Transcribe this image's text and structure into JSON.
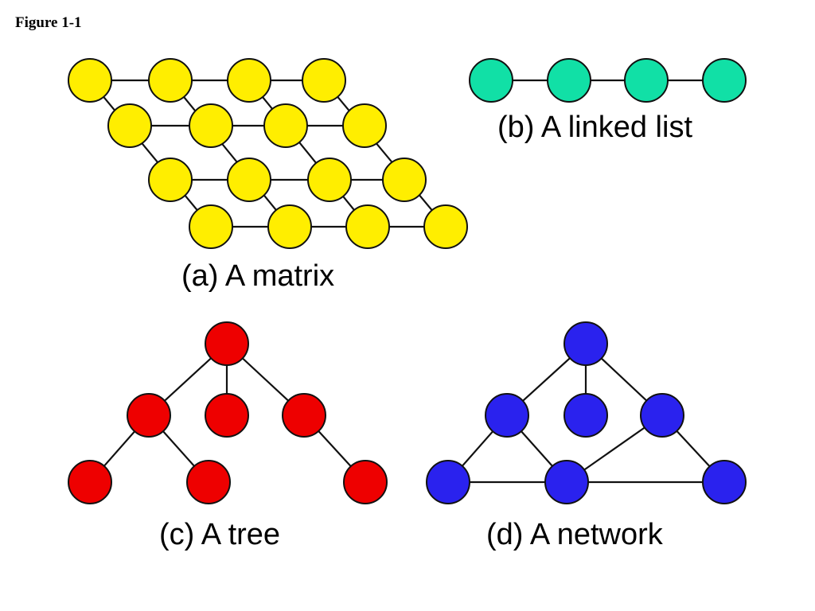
{
  "figure_label": "Figure 1-1",
  "colors": {
    "matrix": "#ffee00",
    "linked_list": "#11e0a6",
    "tree": "#ee0000",
    "network": "#2a22ee"
  },
  "panels": {
    "matrix": {
      "caption": "(a) A matrix"
    },
    "linked_list": {
      "caption": "(b) A linked list"
    },
    "tree": {
      "caption": "(c) A tree"
    },
    "network": {
      "caption": "(d) A network"
    }
  }
}
